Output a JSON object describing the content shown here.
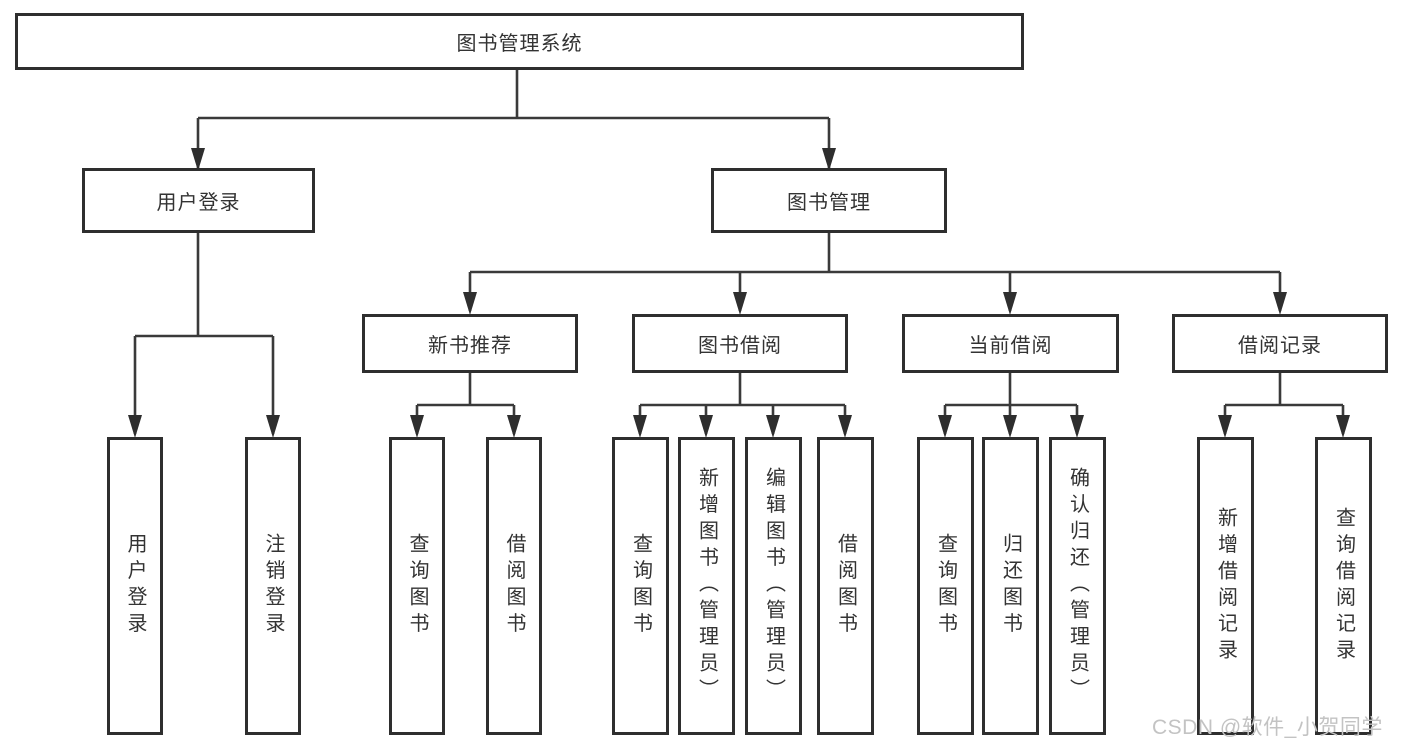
{
  "diagram": {
    "title": "图书管理系统",
    "level2": {
      "user_login": "用户登录",
      "book_mgmt": "图书管理"
    },
    "level3": {
      "new_book": "新书推荐",
      "book_borrow": "图书借阅",
      "current_borrow": "当前借阅",
      "borrow_record": "借阅记录"
    },
    "leaves": {
      "user_login": [
        "用户登录",
        "注销登录"
      ],
      "new_book": [
        "查询图书",
        "借阅图书"
      ],
      "book_borrow": [
        "查询图书",
        "新增图书（管理员）",
        "编辑图书（管理员）",
        "借阅图书"
      ],
      "current_borrow": [
        "查询图书",
        "归还图书",
        "确认归还（管理员）"
      ],
      "borrow_record": [
        "新增借阅记录",
        "查询借阅记录"
      ]
    }
  },
  "watermark": "CSDN @软件_小贺同学",
  "colors": {
    "line": "#3a3a3a",
    "box_border": "#2e2e2e",
    "box_fill": "#ffffff",
    "text": "#333333",
    "watermark": "#c3c3c3"
  }
}
